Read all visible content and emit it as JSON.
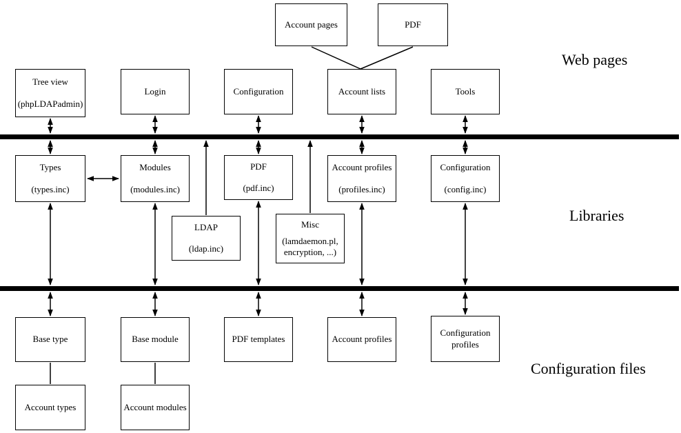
{
  "layer_labels": {
    "web_pages": "Web pages",
    "libraries": "Libraries",
    "configuration_files": "Configuration files"
  },
  "boxes": {
    "account_pages": {
      "title": "Account pages"
    },
    "pdf_page": {
      "title": "PDF"
    },
    "tree_view": {
      "title": "Tree view",
      "subtitle": "(phpLDAPadmin)"
    },
    "login": {
      "title": "Login"
    },
    "configuration_page": {
      "title": "Configuration"
    },
    "account_lists": {
      "title": "Account lists"
    },
    "tools": {
      "title": "Tools"
    },
    "types": {
      "title": "Types",
      "subtitle": "(types.inc)"
    },
    "modules": {
      "title": "Modules",
      "subtitle": "(modules.inc)"
    },
    "pdf_lib": {
      "title": "PDF",
      "subtitle": "(pdf.inc)"
    },
    "account_profiles_lib": {
      "title": "Account profiles",
      "subtitle": "(profiles.inc)"
    },
    "configuration_lib": {
      "title": "Configuration",
      "subtitle": "(config.inc)"
    },
    "ldap": {
      "title": "LDAP",
      "subtitle": "(ldap.inc)"
    },
    "misc": {
      "title": "Misc",
      "subtitle": "(lamdaemon.pl, encryption, ...)"
    },
    "base_type": {
      "title": "Base type"
    },
    "base_module": {
      "title": "Base module"
    },
    "pdf_templates": {
      "title": "PDF templates"
    },
    "account_profiles_files": {
      "title": "Account profiles"
    },
    "configuration_profiles": {
      "title": "Configuration profiles"
    },
    "account_types": {
      "title": "Account types"
    },
    "account_modules": {
      "title": "Account modules"
    }
  }
}
